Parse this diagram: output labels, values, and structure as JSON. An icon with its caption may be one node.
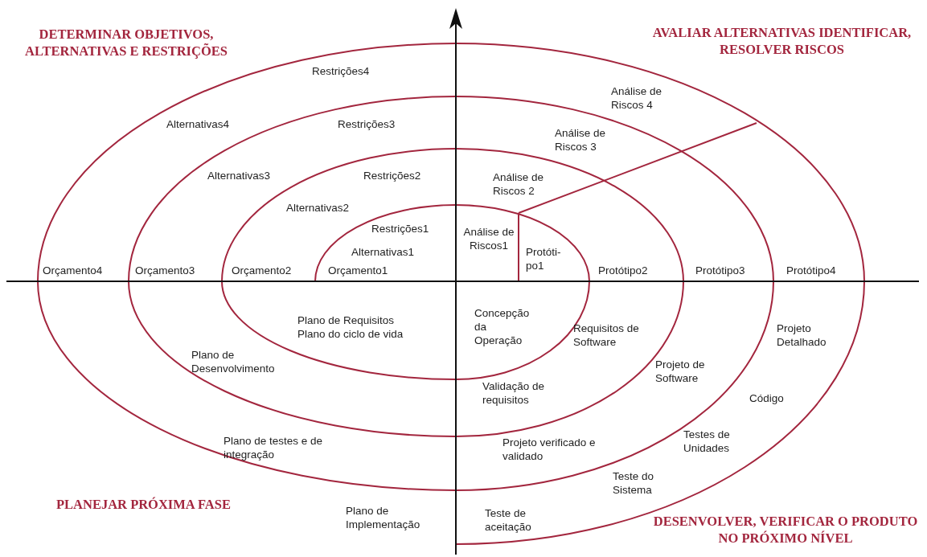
{
  "diagram": {
    "labels": [
      "DETERMINAR OBJETIVOS, ALTERNATIVAS E RESTRIÇÕES",
      "AVALIAR ALTERNATIVAS IDENTIFICAR, RESOLVER RISCOS",
      "Restrições4",
      "Análise de Riscos 4",
      "Alternativas4",
      "Restrições3",
      "Análise de Riscos 3",
      "Alternativas3",
      "Restrições2",
      "Análise de Riscos 2",
      "Alternativas2",
      "Restrições1",
      "Análise de Riscos1",
      "Alternativas1",
      "Protóti- po1",
      "Orçamento4",
      "Orçamento3",
      "Orçamento2",
      "Orçamento1",
      "Protótipo2",
      "Protótipo3",
      "Protótipo4",
      "Concepção da Operação",
      "Plano de Requisitos Plano do ciclo de vida",
      "Requisitos de Software",
      "Projeto Detalhado",
      "Plano de Desenvolvimento",
      "Projeto de Software",
      "Validação de requisitos",
      "Código",
      "Plano de testes e de integração",
      "Projeto verificado e validado",
      "Testes de Unidades",
      "Teste do Sistema",
      "PLANEJAR PRÓXIMA FASE",
      "Plano de Implementação",
      "Teste de aceitação",
      "DESENVOLVER, VERIFICAR O PRODUTO NO PRÓXIMO NÍVEL"
    ]
  }
}
